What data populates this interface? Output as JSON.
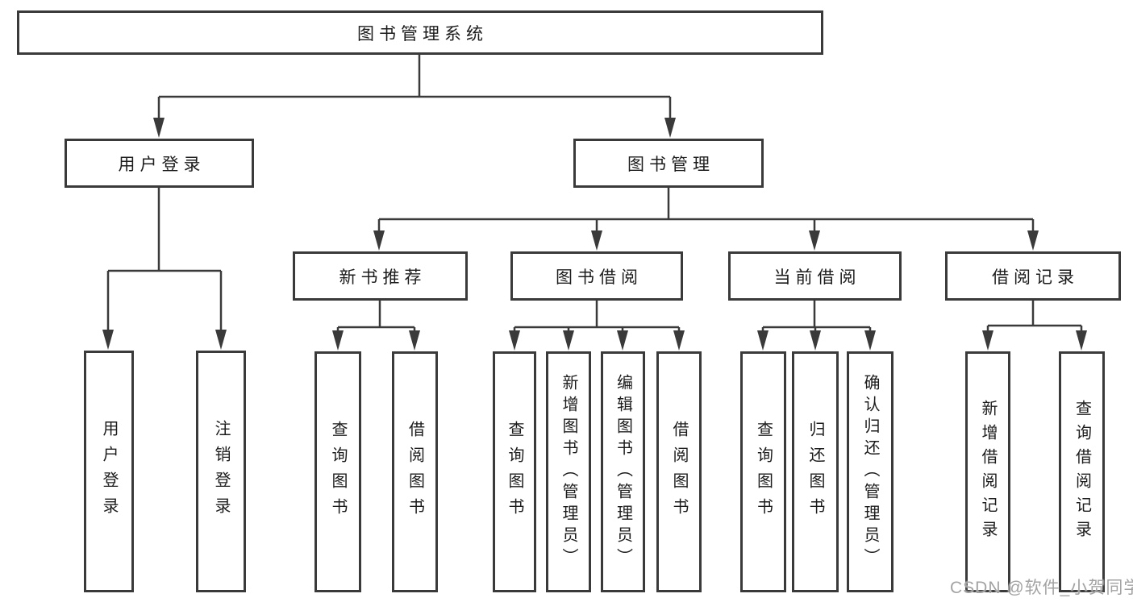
{
  "tree": {
    "label": "图书管理系统",
    "children": [
      {
        "label": "用户登录",
        "children": [
          {
            "label": "用户登录"
          },
          {
            "label": "注销登录"
          }
        ]
      },
      {
        "label": "图书管理",
        "children": [
          {
            "label": "新书推荐",
            "children": [
              {
                "label": "查询图书"
              },
              {
                "label": "借阅图书"
              }
            ]
          },
          {
            "label": "图书借阅",
            "children": [
              {
                "label": "查询图书"
              },
              {
                "label": "新增图书（管理员）"
              },
              {
                "label": "编辑图书（管理员）"
              },
              {
                "label": "借阅图书"
              }
            ]
          },
          {
            "label": "当前借阅",
            "children": [
              {
                "label": "查询图书"
              },
              {
                "label": "归还图书"
              },
              {
                "label": "确认归还（管理员）"
              }
            ]
          },
          {
            "label": "借阅记录",
            "children": [
              {
                "label": "新增借阅记录"
              },
              {
                "label": "查询借阅记录"
              }
            ]
          }
        ]
      }
    ]
  },
  "watermark": {
    "text": "CSDN @软件_小贺同学"
  },
  "colors": {
    "line": "#3a3a3a",
    "box_border": "#3a3a3a",
    "text": "#1c1c1c",
    "watermark": "#a3a3a3",
    "background": "#ffffff"
  }
}
